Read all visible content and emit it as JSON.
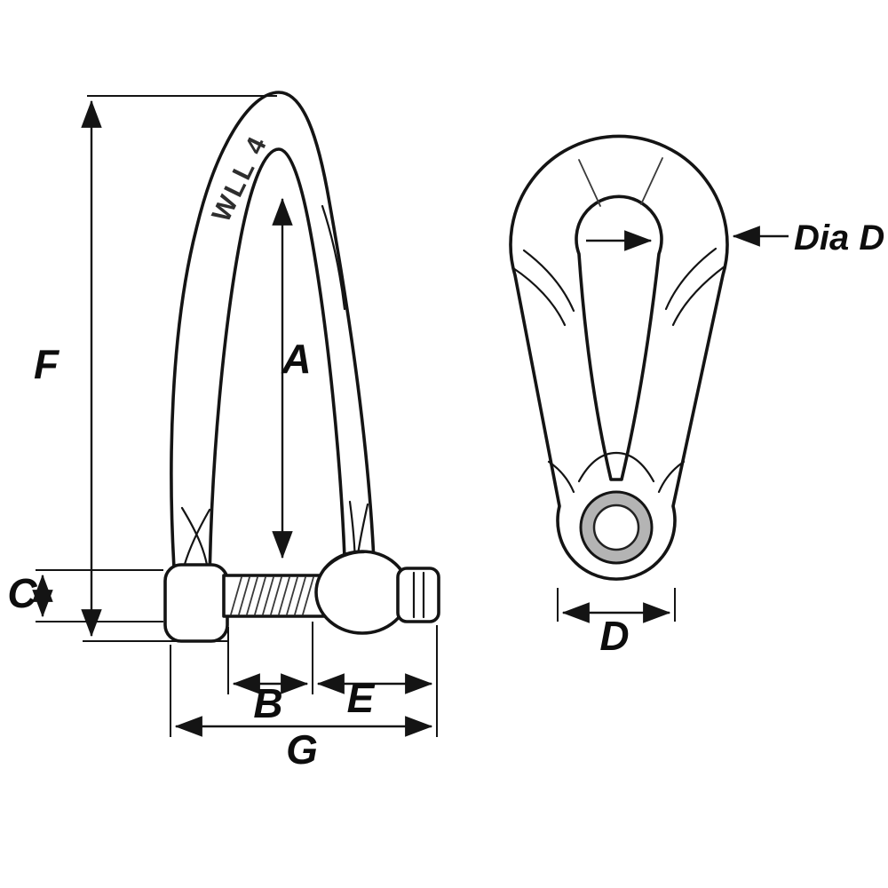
{
  "diagram": {
    "side_view": {
      "engraving": "WLL 4"
    },
    "dimensions": {
      "F": "F",
      "A": "A",
      "C": "C",
      "B": "B",
      "E": "E",
      "G": "G",
      "D": "D",
      "dia_d": "Dia D"
    },
    "colors": {
      "line": "#141414",
      "background": "#ffffff",
      "bore_ring": "#b4b4b4"
    }
  }
}
